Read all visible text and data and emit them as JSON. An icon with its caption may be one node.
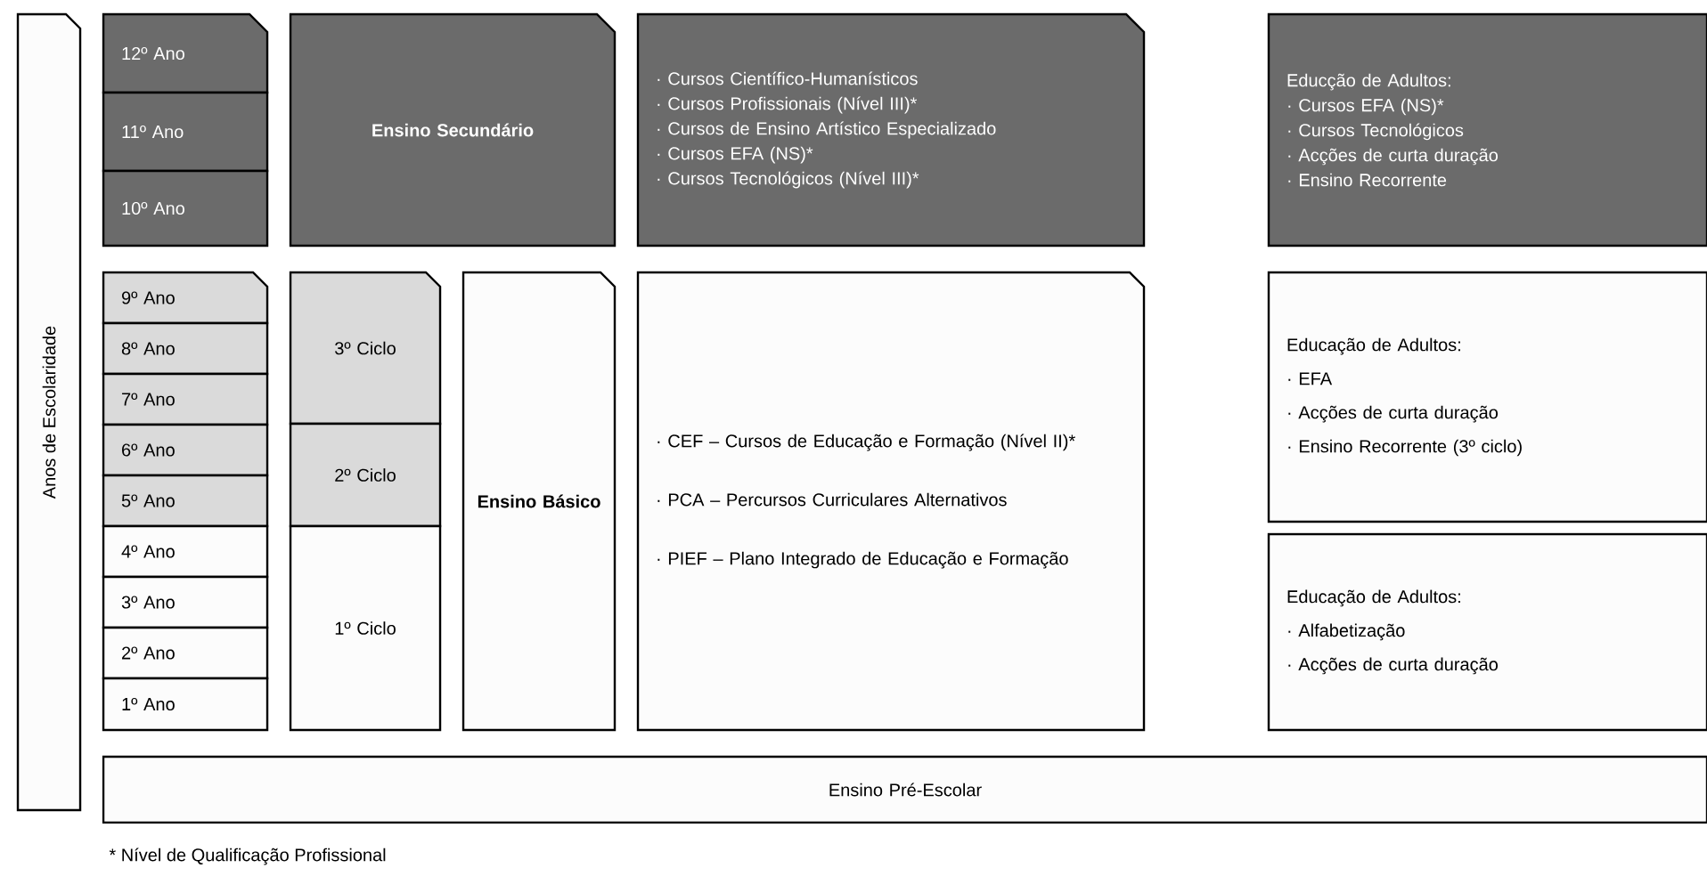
{
  "diagram": {
    "nodes": [
      {
        "text": [
          "Anos de Escolaridade"
        ]
      },
      {
        "text": [
          "12º Ano"
        ]
      },
      {
        "text": [
          "11º Ano"
        ]
      },
      {
        "text": [
          "10º Ano"
        ]
      },
      {
        "text": [
          "Ensino Secundário"
        ]
      },
      {
        "text": [
          "· Cursos Científico-Humanísticos",
          "· Cursos Profissionais (Nível III)*",
          "· Cursos de Ensino Artístico Especializado",
          "· Cursos EFA (NS)*",
          "· Cursos Tecnológicos (Nível III)*"
        ]
      },
      {
        "text": [
          "Educção de Adultos:",
          "· Cursos EFA (NS)*",
          "· Cursos Tecnológicos",
          "· Acções de curta duração",
          "· Ensino Recorrente"
        ]
      },
      {
        "text": [
          "9º Ano"
        ]
      },
      {
        "text": [
          "8º Ano"
        ]
      },
      {
        "text": [
          "7º Ano"
        ]
      },
      {
        "text": [
          "6º Ano"
        ]
      },
      {
        "text": [
          "5º Ano"
        ]
      },
      {
        "text": [
          "4º Ano"
        ]
      },
      {
        "text": [
          "3º Ano"
        ]
      },
      {
        "text": [
          "2º Ano"
        ]
      },
      {
        "text": [
          "1º Ano"
        ]
      },
      {
        "text": [
          "3º Ciclo"
        ]
      },
      {
        "text": [
          "2º Ciclo"
        ]
      },
      {
        "text": [
          "1º Ciclo"
        ]
      },
      {
        "text": [
          "Ensino Básico"
        ]
      },
      {
        "text": [
          "· CEF – Cursos de Educação e Formação (Nível II)*",
          "· PCA – Percursos Curriculares Alternativos",
          "· PIEF – Plano Integrado de Educação e Formação"
        ]
      },
      {
        "text": [
          "Educação de Adultos:",
          "· EFA",
          "· Acções de curta duração",
          "· Ensino Recorrente (3º ciclo)"
        ]
      },
      {
        "text": [
          "Educação de Adultos:",
          "· Alfabetização",
          "· Acções de curta duração"
        ]
      },
      {
        "text": [
          "Ensino Pré-Escolar"
        ]
      }
    ],
    "labels": [
      "* Nível de Qualificação Profissional"
    ]
  }
}
